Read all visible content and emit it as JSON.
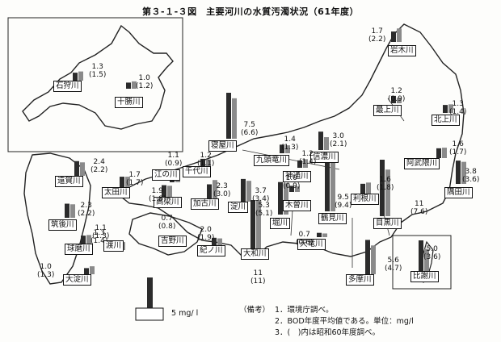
{
  "title": "第３-１-３図　主要河川の水質汚濁状況（61年度）",
  "scale_label": "5 mg/ l",
  "notes_header": "（備考）",
  "notes": [
    "1．環境庁調べ。",
    "2．BOD年度平均値である。単位：mg/l",
    "3．(　)内は昭和60年度調べ。"
  ],
  "chart_data": {
    "type": "bar",
    "ylabel": "",
    "unit": "mg/l",
    "scale_reference": 5,
    "series": [
      {
        "name": "61年度",
        "key": "v61"
      },
      {
        "name": "60年度",
        "key": "v60"
      }
    ],
    "rivers": [
      {
        "name": "岩木川",
        "v61": "1.7",
        "v60": "2.2"
      },
      {
        "name": "石狩川",
        "v61": "1.3",
        "v60": "1.5"
      },
      {
        "name": "十勝川",
        "v61": "1.0",
        "v60": "1.2"
      },
      {
        "name": "最上川",
        "v61": "1.2",
        "v60": "0.9"
      },
      {
        "name": "北上川",
        "v61": "1.3",
        "v60": "1.4"
      },
      {
        "name": "阿武隈川",
        "v61": "1.6",
        "v60": "1.7"
      },
      {
        "name": "寝屋川",
        "v61": "7.5",
        "v60": "6.6"
      },
      {
        "name": "九頭竜川",
        "v61": "1.4",
        "v60": "1.3"
      },
      {
        "name": "信濃川",
        "v61": "3.0",
        "v60": "2.1"
      },
      {
        "name": "神通川",
        "v61": "1.2",
        "v60": "1.4"
      },
      {
        "name": "千代川",
        "v61": "1.2",
        "v60": "1.1"
      },
      {
        "name": "淀川",
        "v61": "3.7",
        "v60": "3.4"
      },
      {
        "name": "江の川",
        "v61": "1.1",
        "v60": "0.9"
      },
      {
        "name": "遠賀川",
        "v61": "2.4",
        "v60": "2.2"
      },
      {
        "name": "太田川",
        "v61": "1.7",
        "v60": "1.7"
      },
      {
        "name": "高梁川",
        "v61": "1.9",
        "v60": "1.8"
      },
      {
        "name": "加古川",
        "v61": "2.3",
        "v60": "3.0"
      },
      {
        "name": "木曽川",
        "v61": "1.0",
        "v60": "0.9"
      },
      {
        "name": "堀川",
        "v61": "5.3",
        "v60": "5.1"
      },
      {
        "name": "利根川",
        "v61": "1.6",
        "v60": "1.8"
      },
      {
        "name": "隅田川",
        "v61": "3.8",
        "v60": "3.6"
      },
      {
        "name": "鶴見川",
        "v61": "9.5",
        "v60": "9.4"
      },
      {
        "name": "目黒川",
        "v61": "11",
        "v60": "7.6"
      },
      {
        "name": "筑後川",
        "v61": "2.3",
        "v60": "2.2"
      },
      {
        "name": "球磨川",
        "v61": "1.3",
        "v60": "1.4"
      },
      {
        "name": "大淀川",
        "v61": "1.0",
        "v60": "1.3"
      },
      {
        "name": "渡川",
        "v61": "1.1",
        "v60": "1.3"
      },
      {
        "name": "吉野川",
        "v61": "0.7",
        "v60": "0.8"
      },
      {
        "name": "紀ノ川",
        "v61": "2.0",
        "v60": "1.9"
      },
      {
        "name": "大和川",
        "v61": "11",
        "v60": "11"
      },
      {
        "name": "天竜川",
        "v61": "0.7",
        "v60": "0.6"
      },
      {
        "name": "多摩川",
        "v61": "5.6",
        "v60": "4.7"
      },
      {
        "name": "比謝川",
        "v61": "5.0",
        "v60": "3.6"
      }
    ]
  }
}
